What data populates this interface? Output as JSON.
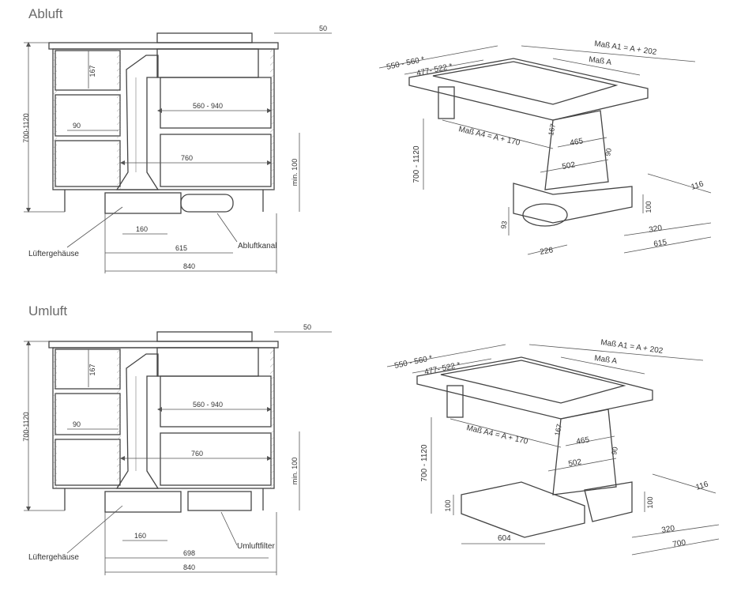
{
  "sections": {
    "abluft": {
      "title": "Abluft",
      "side_view": {
        "height": "700-1120",
        "d_167": "167",
        "d_90": "90",
        "d_560_940": "560 - 940",
        "d_760": "760",
        "d_min100": "min. 100",
        "d_50": "50",
        "d_160": "160",
        "d_615": "615",
        "d_840": "840",
        "label_housing": "Lüftergehäuse",
        "label_channel": "Abluftkanal"
      },
      "iso_view": {
        "d_550_560": "550 - 560 *",
        "d_477_522": "477- 522 *",
        "d_A1": "Maß A1 = A + 202",
        "d_A": "Maß A",
        "d_A4": "Maß A4 = A + 170",
        "d_167": "167",
        "d_465": "465",
        "d_90": "90",
        "d_502": "502",
        "d_height": "700 - 1120",
        "d_116": "116",
        "d_100": "100",
        "d_320": "320",
        "d_615": "615",
        "d_93": "93",
        "d_226": "226"
      }
    },
    "umluft": {
      "title": "Umluft",
      "side_view": {
        "height": "700-1120",
        "d_167": "167",
        "d_90": "90",
        "d_560_940": "560 - 940",
        "d_760": "760",
        "d_min100": "min. 100",
        "d_50": "50",
        "d_160": "160",
        "d_698": "698",
        "d_840": "840",
        "label_housing": "Lüftergehäuse",
        "label_filter": "Umluftfilter"
      },
      "iso_view": {
        "d_550_560": "550 - 560 *",
        "d_477_522": "477- 522 *",
        "d_A1": "Maß A1 = A + 202",
        "d_A": "Maß A",
        "d_A4": "Maß A4 = A + 170",
        "d_167": "167",
        "d_465": "465",
        "d_90": "90",
        "d_502": "502",
        "d_height": "700 - 1120",
        "d_116": "116",
        "d_100a": "100",
        "d_100b": "100",
        "d_320": "320",
        "d_700": "700",
        "d_604": "604"
      }
    }
  }
}
